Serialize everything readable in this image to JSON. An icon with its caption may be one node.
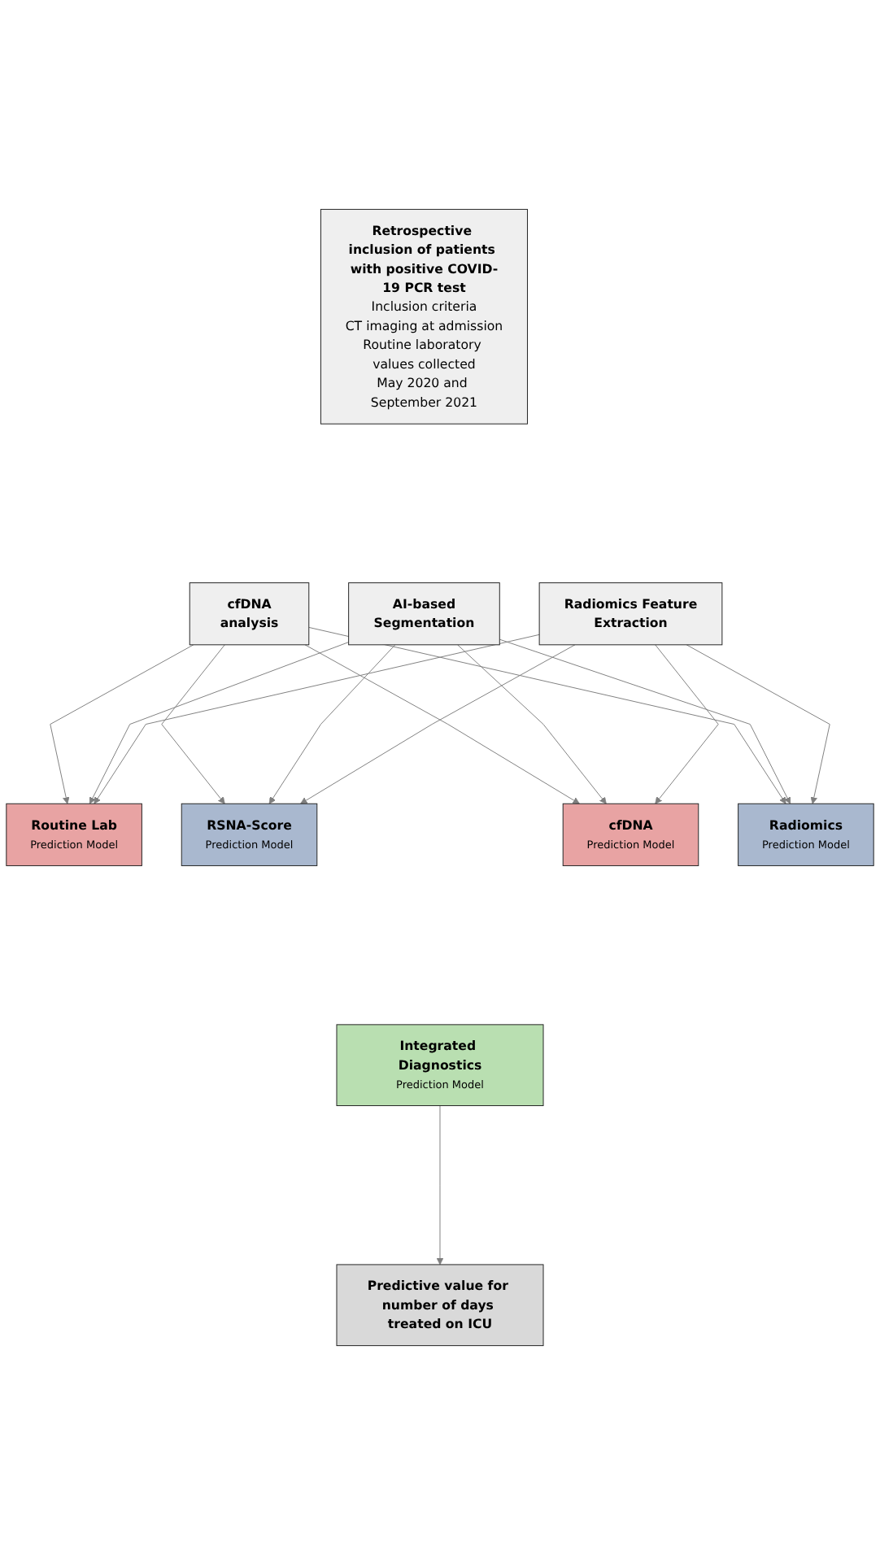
{
  "diagram": {
    "nodes": [
      {
        "text": [
          "Retrospective inclusion of patients with positive COVID-19 PCR test",
          "Inclusion criteria",
          "CT imaging at admission",
          "Routine laboratory values collected",
          "May 2020 and September 2021"
        ]
      },
      {
        "text": [
          "cfDNA analysis"
        ]
      },
      {
        "text": [
          "AI-based Segmentation"
        ]
      },
      {
        "text": [
          "Radiomics Feature Extraction"
        ]
      },
      {
        "text": [
          "Routine Lab",
          "Prediction Model"
        ]
      },
      {
        "text": [
          "RSNA-Score",
          "Prediction Model"
        ]
      },
      {
        "text": [
          "cfDNA",
          "Prediction Model"
        ]
      },
      {
        "text": [
          "Radiomics",
          "Prediction Model"
        ]
      },
      {
        "text": [
          "Integrated Diagnostics",
          "Prediction Model"
        ]
      },
      {
        "text": [
          "Predictive value for number of days treated on ICU"
        ]
      }
    ],
    "edges": [
      {
        "from": 1,
        "to": 4,
        "arrow": "to"
      },
      {
        "from": 1,
        "to": 5,
        "arrow": "to"
      },
      {
        "from": 1,
        "to": 6,
        "arrow": "to"
      },
      {
        "from": 1,
        "to": 7,
        "arrow": "to"
      },
      {
        "from": 2,
        "to": 4,
        "arrow": "to"
      },
      {
        "from": 2,
        "to": 5,
        "arrow": "to"
      },
      {
        "from": 2,
        "to": 6,
        "arrow": "to"
      },
      {
        "from": 2,
        "to": 7,
        "arrow": "to"
      },
      {
        "from": 3,
        "to": 4,
        "arrow": "to"
      },
      {
        "from": 3,
        "to": 5,
        "arrow": "to"
      },
      {
        "from": 3,
        "to": 6,
        "arrow": "to"
      },
      {
        "from": 3,
        "to": 7,
        "arrow": "to"
      },
      {
        "from": 8,
        "to": 9,
        "arrow": "to"
      }
    ]
  }
}
